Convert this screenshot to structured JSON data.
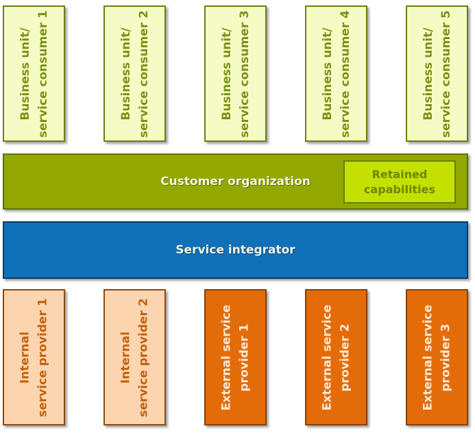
{
  "title": "Service integration model",
  "consumers": [
    {
      "line1": "Business unit/",
      "line2": "service consumer 1"
    },
    {
      "line1": "Business unit/",
      "line2": "service consumer 2"
    },
    {
      "line1": "Business unit/",
      "line2": "service consumer 3"
    },
    {
      "line1": "Business unit/",
      "line2": "service consumer 4"
    },
    {
      "line1": "Business unit/",
      "line2": "service consumer 5"
    }
  ],
  "customer_organization": {
    "label": "Customer organization",
    "retained_line1": "Retained",
    "retained_line2": "capabilities"
  },
  "service_integrator": {
    "label": "Service integrator"
  },
  "internal_providers": [
    {
      "line1": "Internal",
      "line2": "service provider 1"
    },
    {
      "line1": "Internal",
      "line2": "service provider 2"
    }
  ],
  "external_providers": [
    {
      "line1": "External service",
      "line2": "provider 1"
    },
    {
      "line1": "External service",
      "line2": "provider 2"
    },
    {
      "line1": "External service",
      "line2": "provider 3"
    }
  ],
  "colors": {
    "consumer_fill": "#f6fbc5",
    "customer_org_fill": "#93a800",
    "retained_fill": "#c4e000",
    "integrator_fill": "#1070b8",
    "internal_fill": "#fbd4b0",
    "external_fill": "#e36c09"
  }
}
